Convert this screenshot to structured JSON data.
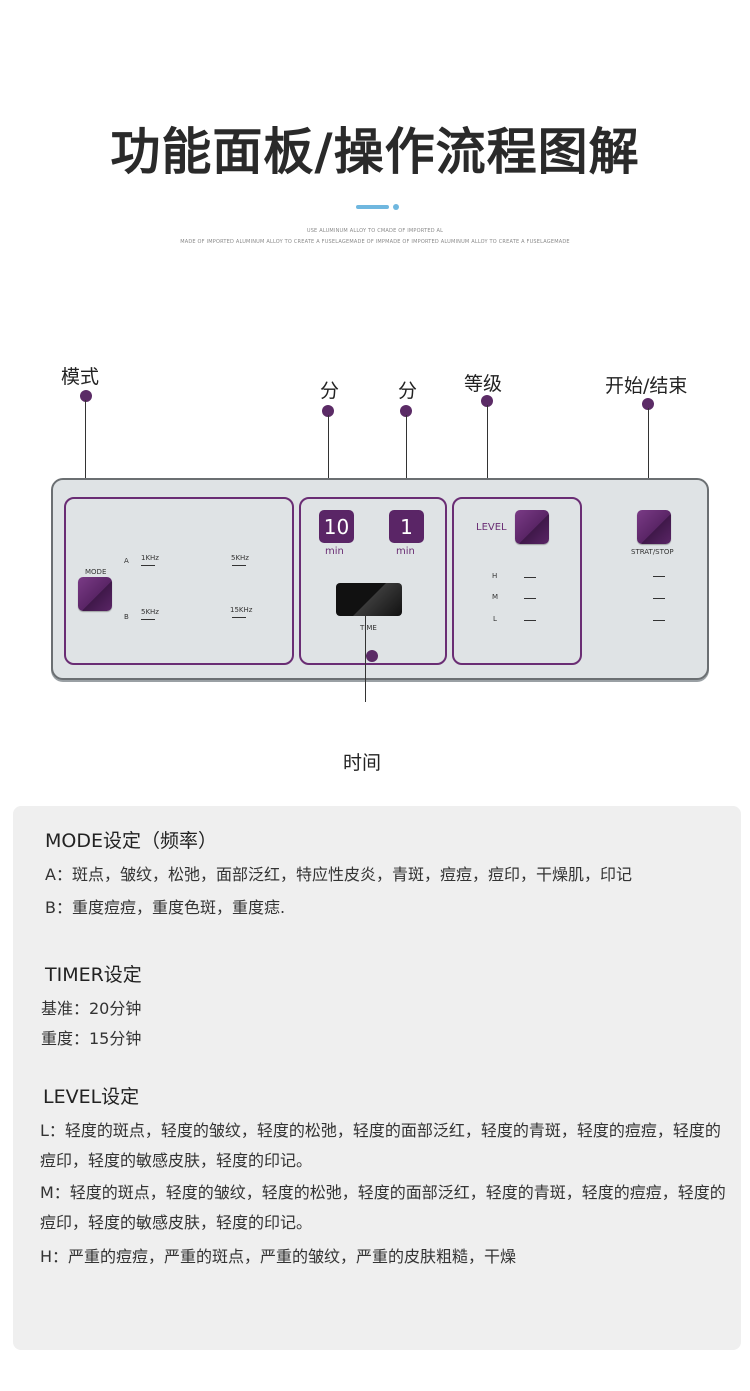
{
  "header": {
    "title": "功能面板/操作流程图解",
    "subtitle_line1": "USE ALUMINUM ALLOY TO CMADE OF IMPORTED AL",
    "subtitle_line2": "MADE OF IMPORTED ALUMINUM ALLOY TO CREATE A FUSELAGEMADE OF IMPMADE OF IMPORTED ALUMINUM ALLOY TO CREATE A FUSELAGEMADE",
    "accent_colors": [
      "#6fb7df",
      "#6fb7df"
    ]
  },
  "callouts": {
    "mode": "模式",
    "minutes_tens": "分",
    "minutes_ones": "分",
    "level": "等级",
    "start_stop": "开始/结束",
    "time": "时间"
  },
  "device": {
    "mode_panel": {
      "mode_label": "MODE",
      "row_a": "A",
      "row_b": "B",
      "freq_a1": "1KHz",
      "freq_a2": "5KHz",
      "freq_b1": "5KHz",
      "freq_b2": "15KHz"
    },
    "timer_panel": {
      "tens_value": "10",
      "ones_value": "1",
      "tens_unit": "min",
      "ones_unit": "min",
      "time_label": "TIME"
    },
    "level_panel": {
      "level_label": "LEVEL",
      "levels": [
        "H",
        "M",
        "L"
      ]
    },
    "start_stop": {
      "label": "STRAT/STOP"
    },
    "brand_color": "#5a2566"
  },
  "info": {
    "mode": {
      "heading": "MODE设定（频率）",
      "a": "A：斑点，皱纹，松弛，面部泛红，特应性皮炎，青斑，痘痘，痘印，干燥肌，印记",
      "b": "B：重度痘痘，重度色斑，重度痣."
    },
    "timer": {
      "heading": "TIMER设定",
      "standard": "基准：20分钟",
      "heavy": "重度：15分钟"
    },
    "level": {
      "heading": "LEVEL设定",
      "l": "L：轻度的斑点，轻度的皱纹，轻度的松弛，轻度的面部泛红，轻度的青斑，轻度的痘痘，轻度的痘印，轻度的敏感皮肤，轻度的印记。",
      "m": "M：轻度的斑点，轻度的皱纹，轻度的松弛，轻度的面部泛红，轻度的青斑，轻度的痘痘，轻度的痘印，轻度的敏感皮肤，轻度的印记。",
      "h": "H：严重的痘痘，严重的斑点，严重的皱纹，严重的皮肤粗糙，干燥"
    }
  }
}
